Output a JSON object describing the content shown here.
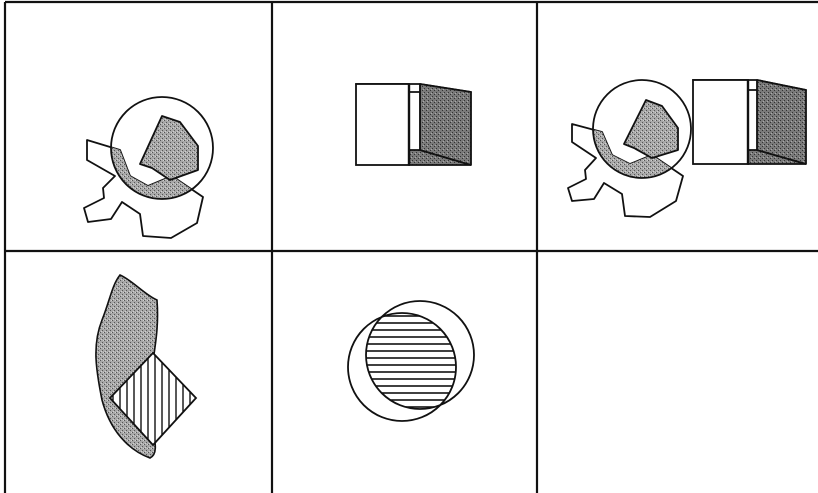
{
  "figure": {
    "panels": [
      {
        "id": "polygon-circle-overlap",
        "shapes": [
          "irregular-polygon",
          "circle"
        ],
        "fill": "stipple-gray"
      },
      {
        "id": "cube",
        "shapes": [
          "cube"
        ],
        "fill": "stipple-gray"
      },
      {
        "id": "polygon-circle-and-cube",
        "shapes": [
          "irregular-polygon",
          "circle",
          "cube"
        ],
        "fill": "stipple-gray"
      },
      {
        "id": "blob-diamond-overlap",
        "shapes": [
          "blob",
          "diamond"
        ],
        "fill": "stipple-gray",
        "hatch": "vertical"
      },
      {
        "id": "two-circles-lens",
        "shapes": [
          "circle",
          "circle"
        ],
        "hatch": "horizontal"
      },
      {
        "id": "empty",
        "shapes": []
      }
    ]
  },
  "colors": {
    "stroke": "#111111",
    "stipple": "#8c8c8c",
    "background": "#ffffff"
  }
}
